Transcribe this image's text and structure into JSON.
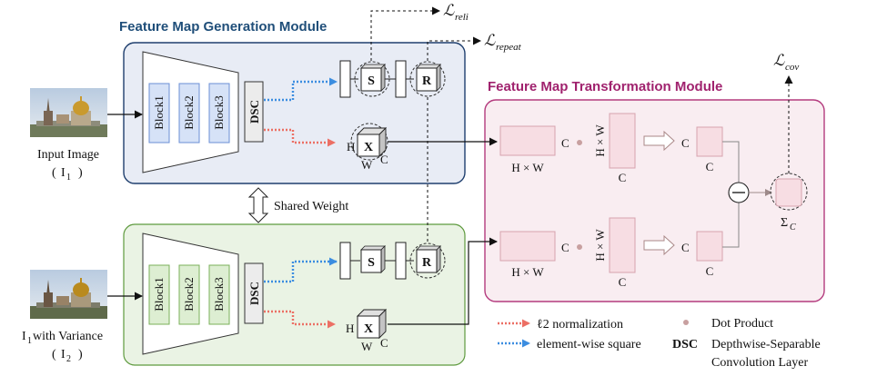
{
  "colors": {
    "gen_title": "#1f4e79",
    "trans_title": "#a0226e",
    "gen_module_fill": "#e8ecf5",
    "gen_block_fill": "#d6e2f7",
    "gen_block_stroke": "#6b8fd6",
    "share_module_fill": "#eaf3e4",
    "share_block_fill": "#ddeed2",
    "share_block_stroke": "#7ab05a",
    "trans_module_fill": "#f9edf1",
    "trans_module_stroke": "#b43b7e",
    "trans_tensor_fill": "#f7dde3",
    "trans_tensor_stroke": "#d7a2ae",
    "l2_arrow": "#ec6f64",
    "sq_arrow": "#3b8de0",
    "dot": "#c8a0a0"
  },
  "generation_module": {
    "title": "Feature Map Generation Module",
    "blocks": [
      "Block1",
      "Block2",
      "Block3"
    ],
    "dsc": "DSC",
    "s_label": "S",
    "r_label": "R",
    "x_label": "X",
    "x_h": "H",
    "x_w": "W",
    "x_c": "C"
  },
  "second_branch": {
    "blocks": [
      "Block1",
      "Block2",
      "Block3"
    ],
    "dsc": "DSC",
    "s_label": "S",
    "r_label": "R",
    "x_label": "X",
    "x_h": "H",
    "x_w": "W",
    "x_c": "C"
  },
  "inputs": {
    "top_caption": "Input Image",
    "top_symbol": "I",
    "top_sub": "1",
    "bottom_caption_main": "I",
    "bottom_caption_sub": "1",
    "bottom_caption_rest": " with Variance",
    "bottom_symbol": "I",
    "bottom_sub": "2"
  },
  "shared_weight": "Shared Weight",
  "losses": {
    "reli": {
      "base": "ℒ",
      "sub": "reli"
    },
    "repeat": {
      "base": "ℒ",
      "sub": "repeat"
    },
    "cov": {
      "base": "ℒ",
      "sub": "cov"
    }
  },
  "transformation_module": {
    "title": "Feature Map Transformation Module",
    "hw": "H × W",
    "c": "C",
    "sigma": "Σ",
    "sigma_sub": "C",
    "minus": "−"
  },
  "legend": {
    "l2": "ℓ2 normalization",
    "square": "element-wise square",
    "dot": "Dot Product",
    "dsc_key": "DSC",
    "dsc_desc_1": "Depthwise-Separable",
    "dsc_desc_2": "Convolution Layer"
  }
}
